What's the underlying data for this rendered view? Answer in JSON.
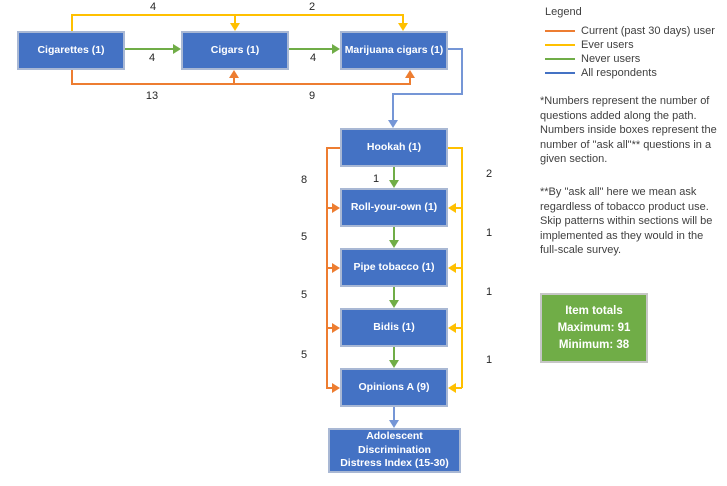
{
  "diagram": {
    "nodes": {
      "cigarettes": "Cigarettes (1)",
      "cigars": "Cigars (1)",
      "marijuana_cigars": "Marijuana cigars (1)",
      "hookah": "Hookah (1)",
      "roll_your_own": "Roll-your-own (1)",
      "pipe_tobacco": "Pipe tobacco (1)",
      "bidis": "Bidis (1)",
      "opinions_a": "Opinions A (9)",
      "addi": "Adolescent Discrimination Distress Index (15-30)"
    },
    "edges": {
      "ever_to_cigars": "4",
      "ever_to_marijuana": "2",
      "never_to_cigars": "4",
      "never_to_marijuana": "4",
      "current_to_cigars": "13",
      "current_to_marijuana": "9",
      "never_to_rollyourown": "1",
      "current_left": [
        "8",
        "5",
        "5",
        "5"
      ],
      "ever_right": [
        "2",
        "1",
        "1",
        "1"
      ]
    }
  },
  "legend": {
    "title": "Legend",
    "items": [
      {
        "label": "Current (past 30 days) user",
        "color": "#ED7D31"
      },
      {
        "label": "Ever users",
        "color": "#FFC000"
      },
      {
        "label": "Never users",
        "color": "#70AD47"
      },
      {
        "label": "All respondents",
        "color": "#4472C4"
      }
    ]
  },
  "notes": {
    "note1": "*Numbers represent the number of questions added along the path. Numbers inside boxes represent the number of \"ask all\"** questions in a given section.",
    "note2": "**By \"ask all\" here we mean ask regardless of tobacco product use. Skip patterns within sections will be implemented as they would in the full-scale survey."
  },
  "item_totals": {
    "title": "Item totals",
    "maximum": "Maximum: 91",
    "minimum": "Minimum: 38"
  },
  "colors": {
    "node_fill": "#4472C4",
    "current_user_line": "#ED7D31",
    "ever_user_line": "#FFC000",
    "never_user_line": "#70AD47",
    "all_respondents_line": "#4472C4",
    "item_totals_fill": "#70AD47"
  }
}
